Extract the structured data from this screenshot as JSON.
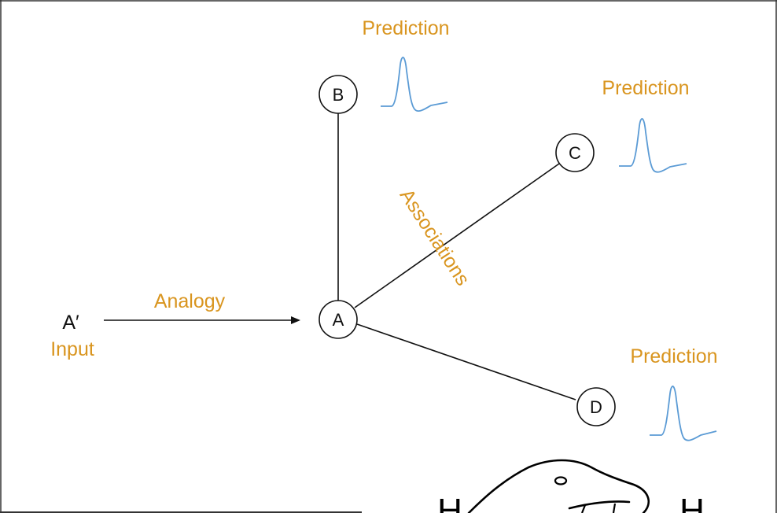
{
  "nodes": {
    "a": "A",
    "b": "B",
    "c": "C",
    "d": "D"
  },
  "input": {
    "symbol": "A′",
    "caption": "Input"
  },
  "labels": {
    "analogy": "Analogy",
    "associations": "Associations",
    "prediction_b": "Prediction",
    "prediction_c": "Prediction",
    "prediction_d": "Prediction"
  },
  "bottom_letters": {
    "left": "H",
    "right": "H"
  },
  "colors": {
    "label": "#d9951f",
    "waveform": "#5b9bd5",
    "line": "#111111"
  }
}
